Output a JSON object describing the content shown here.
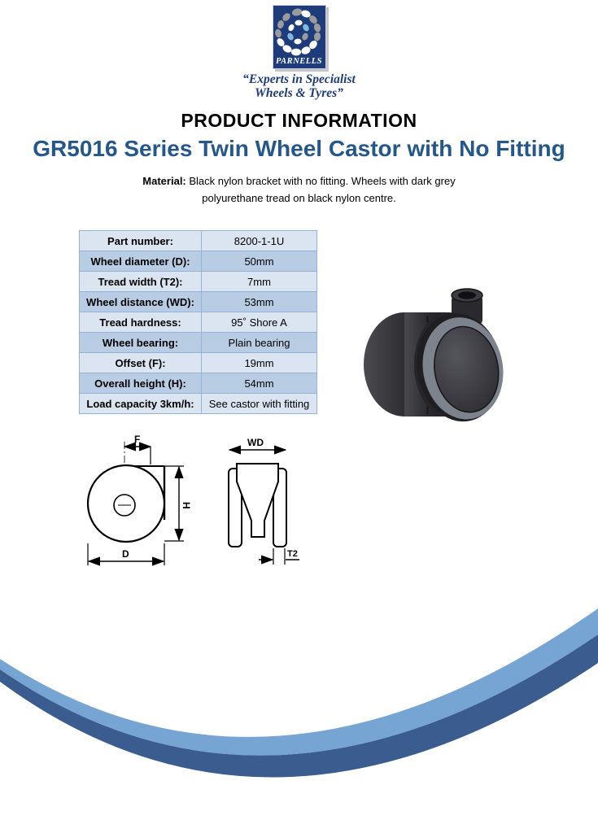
{
  "brand": {
    "logo_text": "PARNELLS",
    "tagline_line1": "“Experts in Specialist",
    "tagline_line2": "Wheels & Tyres”"
  },
  "header": {
    "section_title": "PRODUCT INFORMATION",
    "product_title": "GR5016 Series Twin Wheel Castor with No Fitting",
    "material_label": "Material:",
    "material_line1": " Black nylon bracket with no fitting. Wheels with dark grey",
    "material_line2": "polyurethane tread on black nylon centre."
  },
  "spec_table": {
    "rows": [
      {
        "label": "Part number:",
        "value": "8200-1-1U"
      },
      {
        "label": "Wheel diameter (D):",
        "value": "50mm"
      },
      {
        "label": "Tread width (T2):",
        "value": "7mm"
      },
      {
        "label": "Wheel distance (WD):",
        "value": "53mm"
      },
      {
        "label": "Tread hardness:",
        "value": "95˚ Shore A"
      },
      {
        "label": "Wheel bearing:",
        "value": "Plain bearing"
      },
      {
        "label": "Offset (F):",
        "value": "19mm"
      },
      {
        "label": "Overall height (H):",
        "value": "54mm"
      },
      {
        "label": "Load capacity 3km/h:",
        "value": "See castor with fitting"
      }
    ]
  },
  "diagrams": {
    "side_view": {
      "f": "F",
      "h": "H",
      "d": "D"
    },
    "front_view": {
      "wd": "WD",
      "t2": "T2"
    }
  },
  "colors": {
    "title_blue": "#24578A",
    "logo_navy": "#1E3C7C",
    "table_border": "#95B3D7",
    "table_row_light": "#DBE5F1",
    "table_row_dark": "#B8CCE4",
    "swoosh_light": "#76A5D3",
    "swoosh_dark": "#3B5C8E",
    "logo_oval_blue": "#7FBBDC",
    "logo_oval_grey": "#9B9B9B"
  }
}
